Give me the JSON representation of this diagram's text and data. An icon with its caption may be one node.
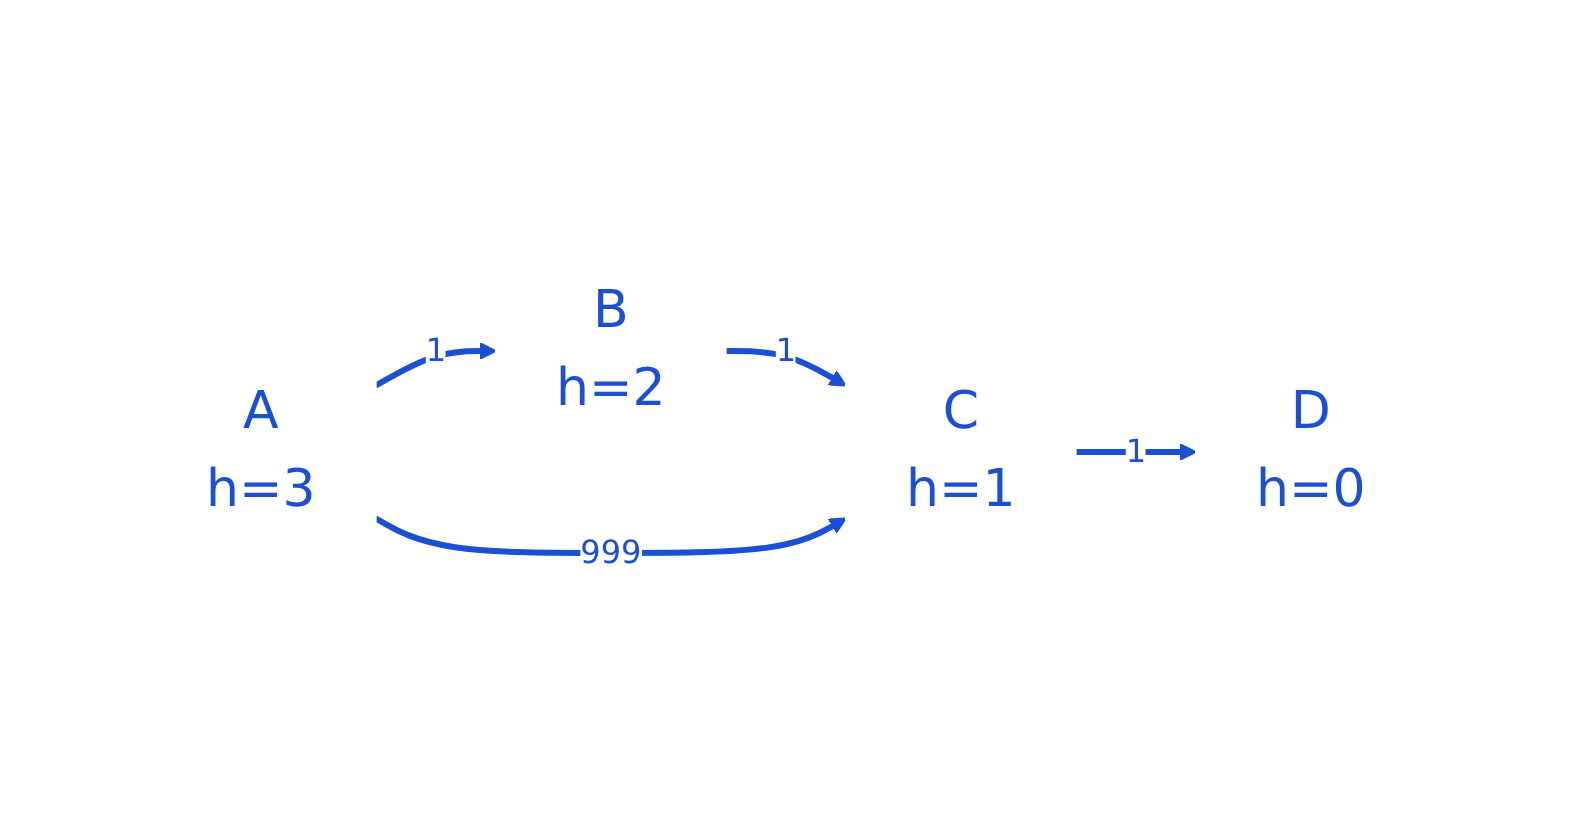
{
  "diagram": {
    "nodes": [
      {
        "text": [
          "A",
          "h=3"
        ]
      },
      {
        "text": [
          "B",
          "h=2"
        ]
      },
      {
        "text": [
          "C",
          "h=1"
        ]
      },
      {
        "text": [
          "D",
          "h=0"
        ]
      }
    ],
    "edges": [
      {
        "from": 0,
        "to": 1,
        "arrow": "to",
        "label": "1"
      },
      {
        "from": 1,
        "to": 2,
        "arrow": "to",
        "label": "1"
      },
      {
        "from": 2,
        "to": 3,
        "arrow": "to",
        "label": "1"
      },
      {
        "from": 0,
        "to": 2,
        "arrow": "to",
        "label": "999"
      }
    ]
  }
}
